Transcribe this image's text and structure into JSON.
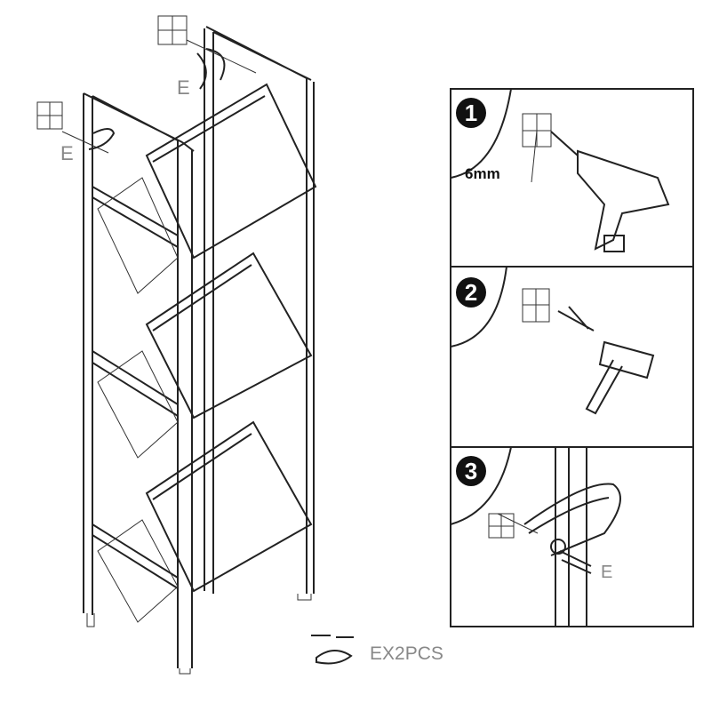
{
  "labels": {
    "e_top": "E",
    "e_left": "E",
    "e_step3": "E"
  },
  "steps": [
    {
      "number": "1",
      "note": "6mm"
    },
    {
      "number": "2"
    },
    {
      "number": "3"
    }
  ],
  "parts": {
    "quantity": "EX2PCS"
  }
}
